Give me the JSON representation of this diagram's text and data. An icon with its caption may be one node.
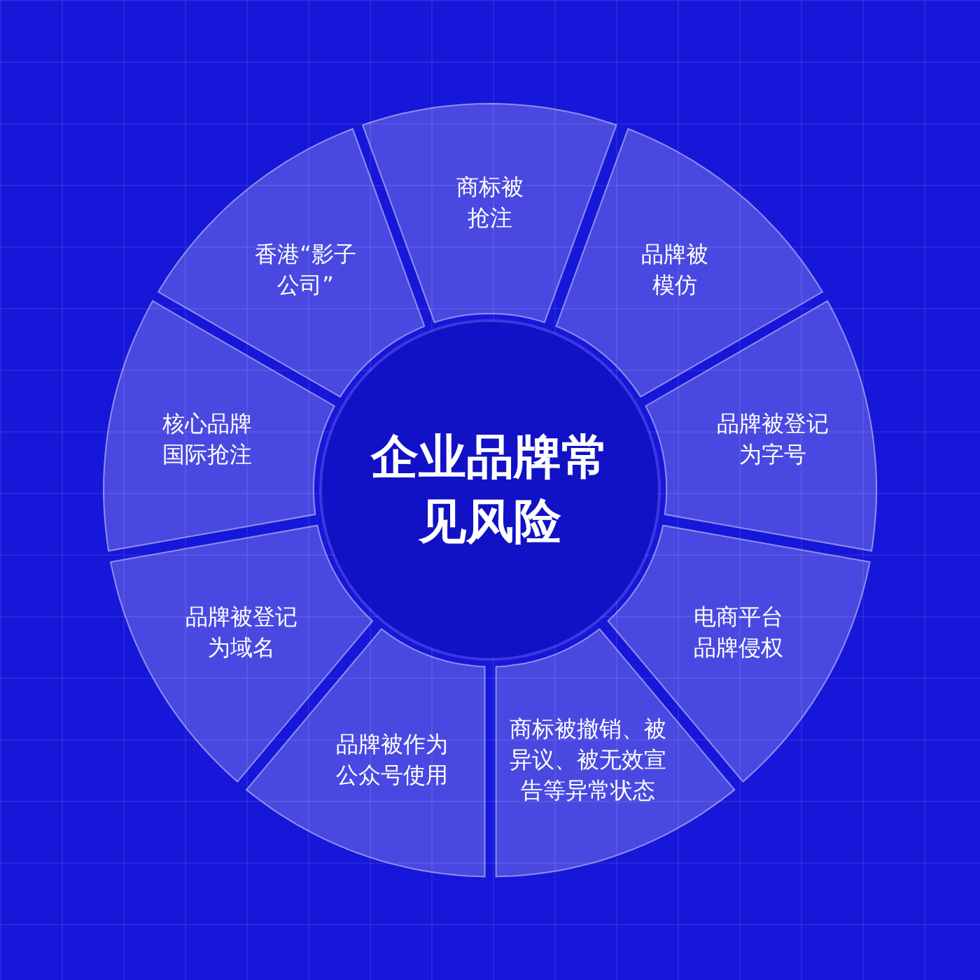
{
  "diagram": {
    "nodes": [
      {
        "text": [
          "企业品牌常见风险"
        ]
      },
      {
        "text": [
          "商标被抢注"
        ]
      },
      {
        "text": [
          "品牌被模仿"
        ]
      },
      {
        "text": [
          "品牌被登记为字号"
        ]
      },
      {
        "text": [
          "电商平台品牌侵权"
        ]
      },
      {
        "text": [
          "商标被撤销、被异议、被无效宣告等异常状态"
        ]
      },
      {
        "text": [
          "品牌被作为公众号使用"
        ]
      },
      {
        "text": [
          "品牌被登记为域名"
        ]
      },
      {
        "text": [
          "核心品牌国际抢注"
        ]
      },
      {
        "text": [
          "香港“影子公司”"
        ]
      }
    ]
  }
}
